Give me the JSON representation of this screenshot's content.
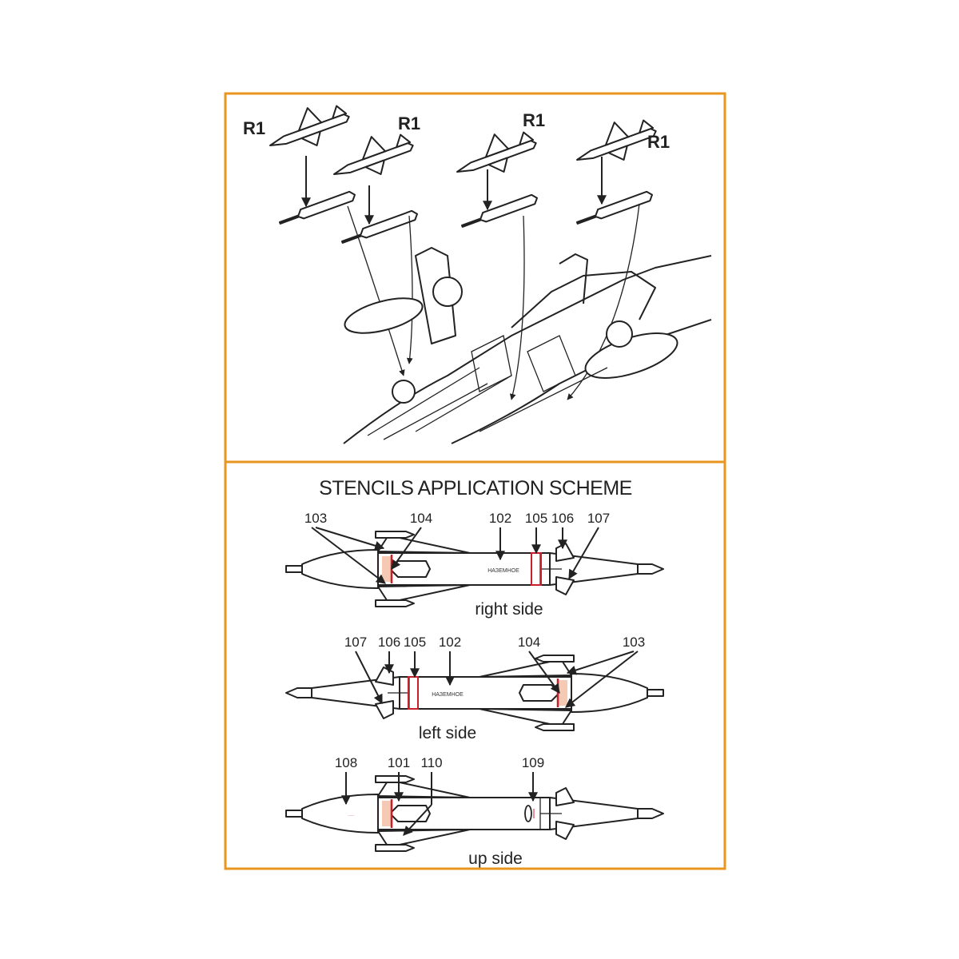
{
  "colors": {
    "frame": "#e8961e",
    "stencil_red": "#c8202a",
    "line": "#222222"
  },
  "assembly": {
    "part_labels": [
      "R1",
      "R1",
      "R1",
      "R1"
    ]
  },
  "scheme": {
    "title": "STENCILS APPLICATION SCHEME",
    "right_side": {
      "caption": "right side",
      "callouts": [
        "103",
        "104",
        "102",
        "105",
        "106",
        "107"
      ],
      "stencil_text": "НАЗЕМНОЕ"
    },
    "left_side": {
      "caption": "left side",
      "callouts": [
        "107",
        "106",
        "105",
        "102",
        "104",
        "103"
      ],
      "stencil_text": "НАЗЕМНОЕ"
    },
    "up_side": {
      "caption": "up side",
      "callouts": [
        "108",
        "101",
        "110",
        "109"
      ]
    }
  }
}
